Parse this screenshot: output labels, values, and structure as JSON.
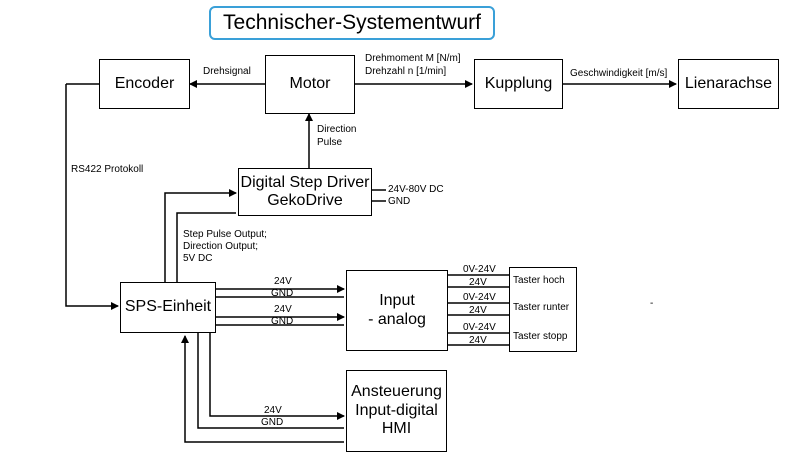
{
  "title": "Technischer-Systementwurf",
  "boxes": {
    "encoder": "Encoder",
    "motor": "Motor",
    "kupplung": "Kupplung",
    "lienarachse": "Lienarachse",
    "driver_line1": "Digital Step Driver",
    "driver_line2": "GekoDrive",
    "sps": "SPS-Einheit",
    "input_line1": "Input",
    "input_line2": "- analog",
    "hmi_line1": "Ansteuerung",
    "hmi_line2": "Input-digital",
    "hmi_line3": "HMI"
  },
  "labels": {
    "drehsignal": "Drehsignal",
    "drehmoment": "Drehmoment M [N/m]",
    "drehzahl": "Drehzahl n [1/min]",
    "geschwindigkeit": "Geschwindigkeit [m/s]",
    "direction": "Direction",
    "pulse": "Pulse",
    "rs422": "RS422 Protokoll",
    "supply_voltage": "24V-80V DC",
    "supply_gnd": "GND",
    "step_pulse": "Step Pulse Output;",
    "direction_output": "Direction Output;",
    "logic_voltage": "5V DC",
    "sps_24v_a": "24V",
    "sps_gnd_a": "GND",
    "sps_24v_b": "24V",
    "sps_gnd_b": "GND",
    "hmi_24v": "24V",
    "hmi_gnd": "GND",
    "range_1": "0V-24V",
    "out_1": "24V",
    "range_2": "0V-24V",
    "out_2": "24V",
    "range_3": "0V-24V",
    "out_3": "24V",
    "dash": "-"
  },
  "buttons": {
    "hoch": "Taster hoch",
    "runter": "Taster runter",
    "stopp": "Taster stopp"
  }
}
